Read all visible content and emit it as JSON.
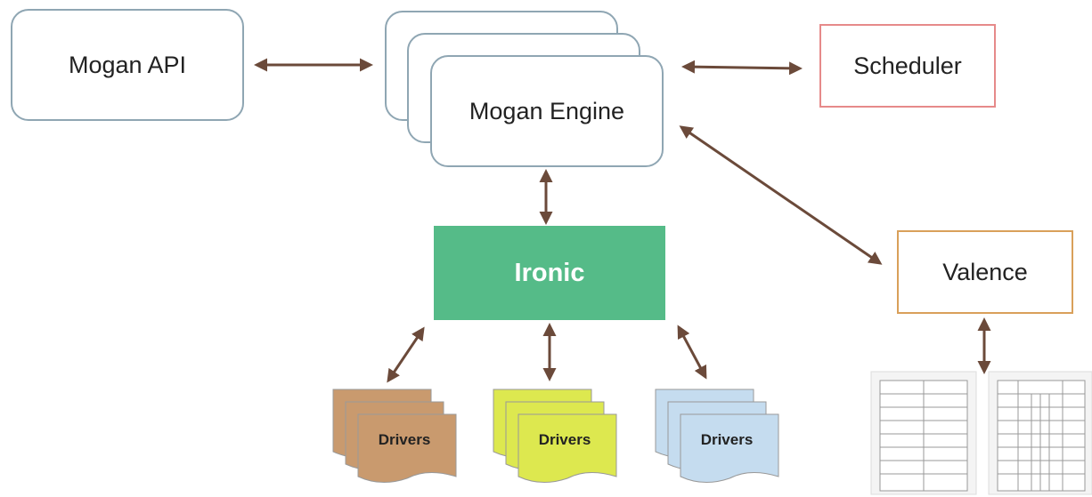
{
  "nodes": {
    "mogan_api": "Mogan API",
    "mogan_engine": "Mogan Engine",
    "scheduler": "Scheduler",
    "ironic": "Ironic",
    "valence": "Valence"
  },
  "drivers": [
    {
      "label": "Drivers",
      "color": "#c99a6e"
    },
    {
      "label": "Drivers",
      "color": "#dde84f"
    },
    {
      "label": "Drivers",
      "color": "#c5dcef"
    }
  ],
  "colors": {
    "arrow": "#6b4a3a",
    "ironic": "#55bb88",
    "scheduler_border": "#e68a8a",
    "valence_border": "#d9a05a",
    "box_border": "#8fa6b3"
  }
}
